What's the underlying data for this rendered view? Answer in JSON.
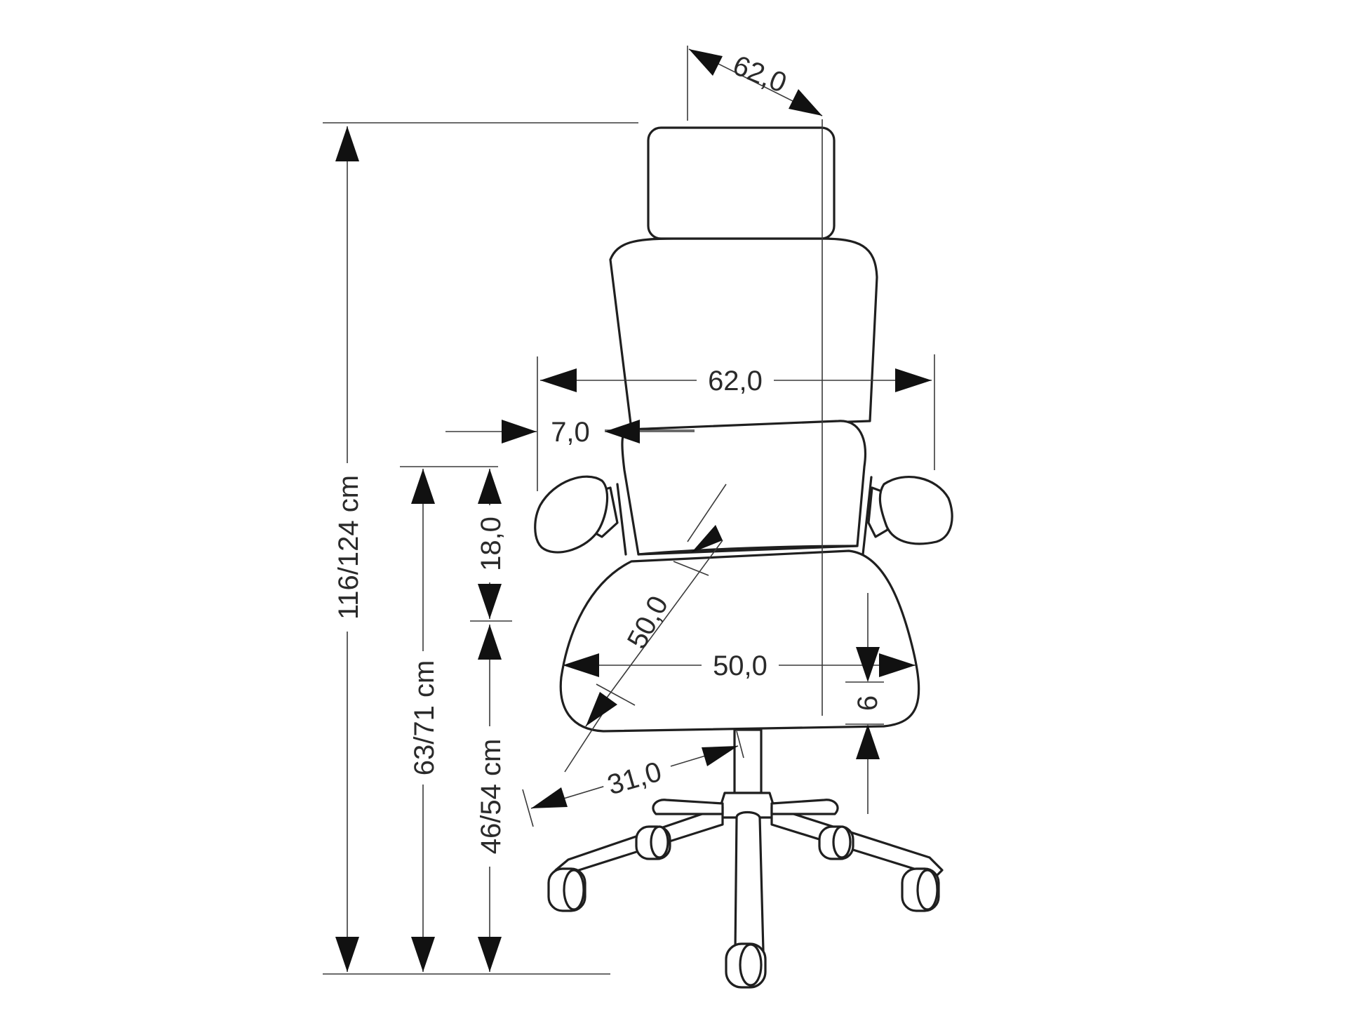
{
  "colors": {
    "line": "#3a3a3a",
    "outline": "#1f1f1f",
    "arrow": "#111111",
    "text": "#2a2a2a",
    "background": "#ffffff"
  },
  "dimensions": {
    "headrest_depth": "62,0",
    "total_width": "62,0",
    "armrest_width": "7,0",
    "total_height": "116/124 cm",
    "armrest_height": "63/71 cm",
    "seat_height": "46/54 cm",
    "backrest_low": "18,0",
    "seat_depth": "50,0",
    "seat_width": "50,0",
    "seat_thickness": "6",
    "base_radius": "31,0"
  }
}
